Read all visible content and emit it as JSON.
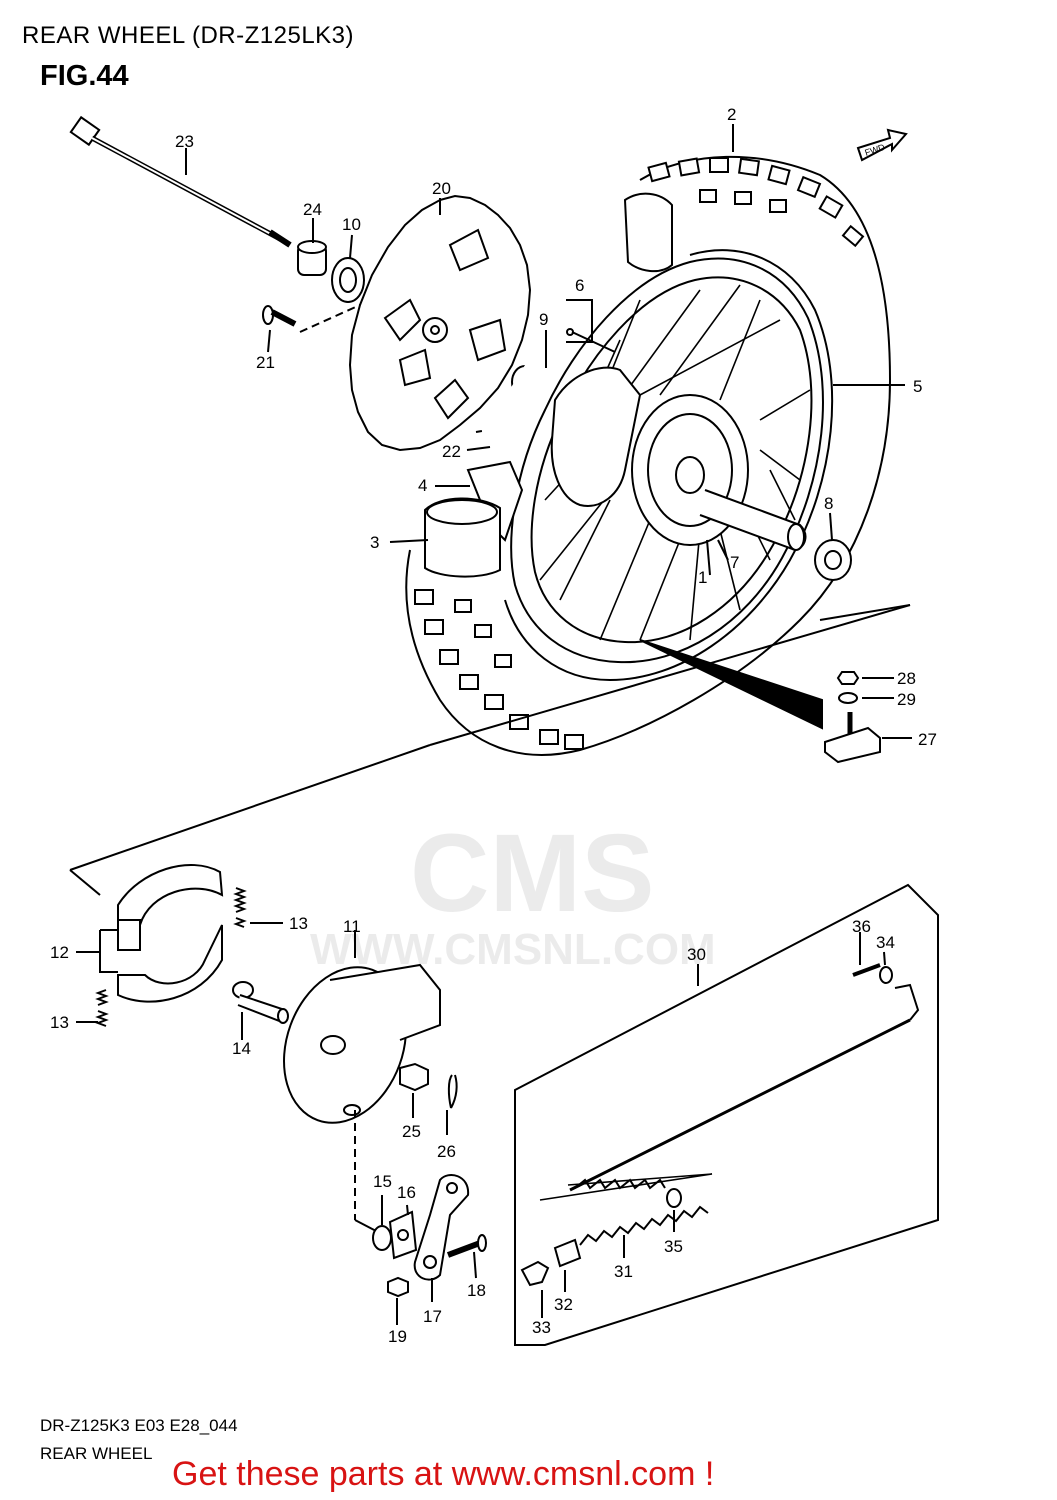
{
  "header": {
    "title": "REAR WHEEL (DR-Z125LK3)",
    "figure": "FIG.44"
  },
  "footer": {
    "code": "DR-Z125K3 E03 E28_044",
    "name": "REAR WHEEL",
    "cta": "Get these parts at www.cmsnl.com !"
  },
  "watermark": {
    "brand": "CMS",
    "url": "WWW.CMSNL.COM"
  },
  "direction": "FWD",
  "callouts": {
    "p1": "1",
    "p2": "2",
    "p3": "3",
    "p4": "4",
    "p5": "5",
    "p6": "6",
    "p7": "7",
    "p8": "8",
    "p9": "9",
    "p10": "10",
    "p11": "11",
    "p12": "12",
    "p13a": "13",
    "p13b": "13",
    "p14": "14",
    "p15": "15",
    "p16": "16",
    "p17": "17",
    "p18": "18",
    "p19": "19",
    "p20": "20",
    "p21": "21",
    "p22": "22",
    "p23": "23",
    "p24": "24",
    "p25": "25",
    "p26": "26",
    "p27": "27",
    "p28": "28",
    "p29": "29",
    "p30": "30",
    "p31": "31",
    "p32": "32",
    "p33": "33",
    "p34": "34",
    "p35": "35",
    "p36": "36"
  }
}
